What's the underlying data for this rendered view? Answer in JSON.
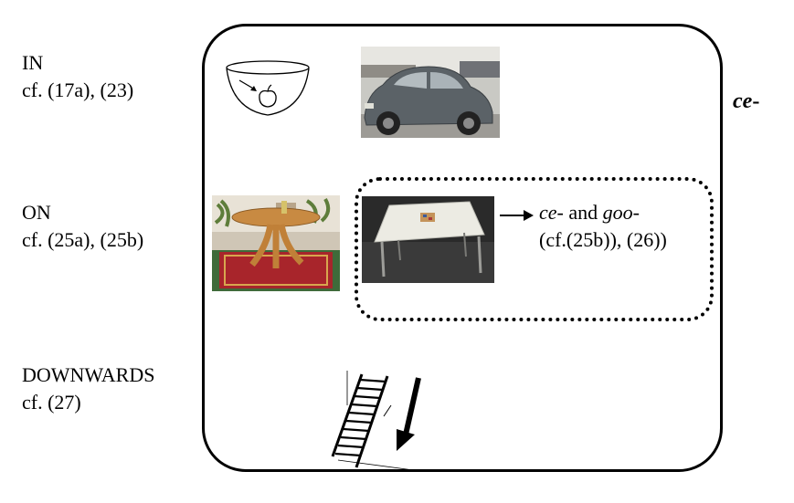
{
  "labels": {
    "in": {
      "title": "IN",
      "ref": "cf. (17a), (23)"
    },
    "on": {
      "title": "ON",
      "ref": "cf. (25a), (25b)"
    },
    "down": {
      "title": "DOWNWARDS",
      "ref": "cf. (27)"
    }
  },
  "prefix": {
    "stem": "ce",
    "dash": "-"
  },
  "note": {
    "line1_a": "ce",
    "line1_b": "- and ",
    "line1_c": "goo",
    "line1_d": "-",
    "line2": "(cf.(25b)), (26))"
  },
  "images": [
    {
      "name": "bowl-with-apple",
      "kind": "line-drawing"
    },
    {
      "name": "small-car",
      "kind": "photo"
    },
    {
      "name": "round-wooden-table-on-rug",
      "kind": "photo"
    },
    {
      "name": "white-square-table",
      "kind": "photo"
    },
    {
      "name": "ladder-with-down-arrow",
      "kind": "line-drawing"
    }
  ],
  "colors": {
    "stroke": "#000000",
    "background": "#ffffff"
  }
}
